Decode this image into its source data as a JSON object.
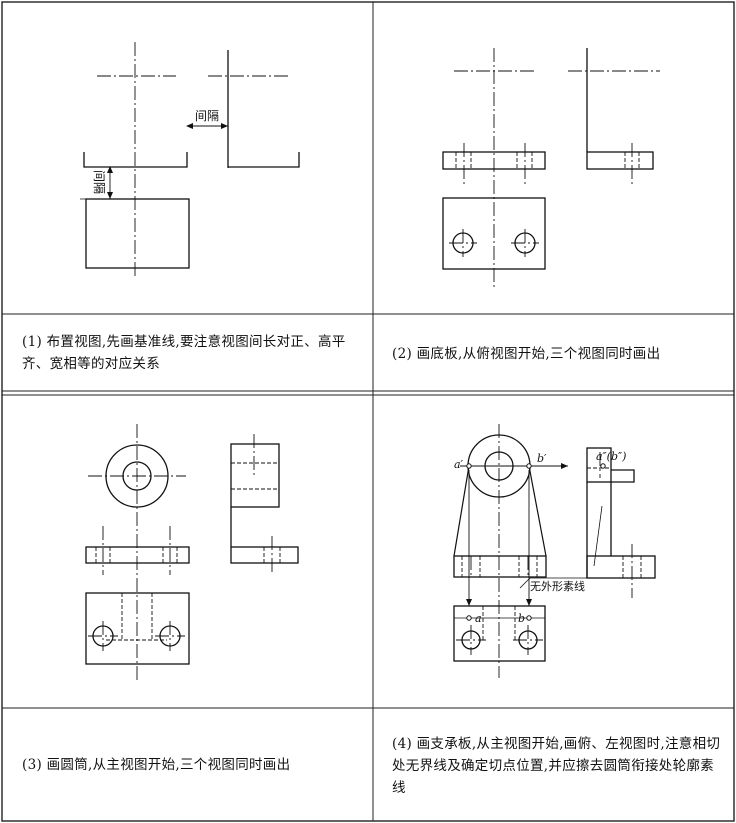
{
  "captions": {
    "c1": "(1) 布置视图,先画基准线,要注意视图间长对正、高平齐、宽相等的对应关系",
    "c2": "(2) 画底板,从俯视图开始,三个视图同时画出",
    "c3": "(3) 画圆筒,从主视图开始,三个视图同时画出",
    "c4": "(4) 画支承板,从主视图开始,画俯、左视图时,注意相切处无界线及确定切点位置,并应擦去圆筒衔接处轮廓素线"
  },
  "labels": {
    "gap_h": "间隔",
    "gap_v": "间隔",
    "pt_a": "a′",
    "pt_b": "b′",
    "pt_ab_side": "a″(b″)",
    "no_outline": "无外形素线",
    "pt_a_top": "a",
    "pt_b_top": "b"
  }
}
